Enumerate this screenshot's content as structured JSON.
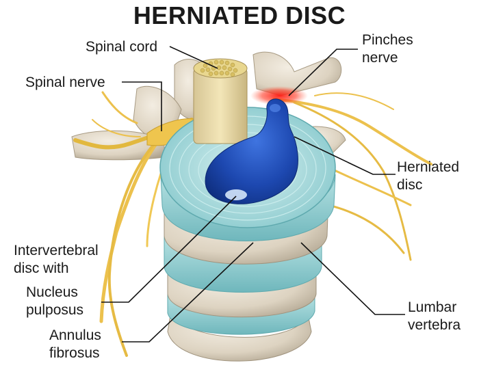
{
  "title": "HERNIATED DISC",
  "labels": {
    "spinal_cord": "Spinal cord",
    "spinal_nerve": "Spinal nerve",
    "pinches_nerve": [
      "Pinches",
      "nerve"
    ],
    "herniated_disc": [
      "Herniated",
      "disc"
    ],
    "intervertebral": [
      "Intervertebral",
      "disc with"
    ],
    "nucleus": [
      "Nucleus",
      "pulposus"
    ],
    "annulus": [
      "Annulus",
      "fibrosus"
    ],
    "lumbar": [
      "Lumbar",
      "vertebra"
    ]
  },
  "colors": {
    "bone": "#e6ddce",
    "bone_shadow": "#b9ad99",
    "disc": "#a9dcdc",
    "disc_ring": "#7cc3c6",
    "nucleus": "#1f4fb8",
    "nucleus_highlight": "#4f86ee",
    "nerve": "#ecc14d",
    "inflammation": "#ff2a1c",
    "leader": "#111111"
  }
}
